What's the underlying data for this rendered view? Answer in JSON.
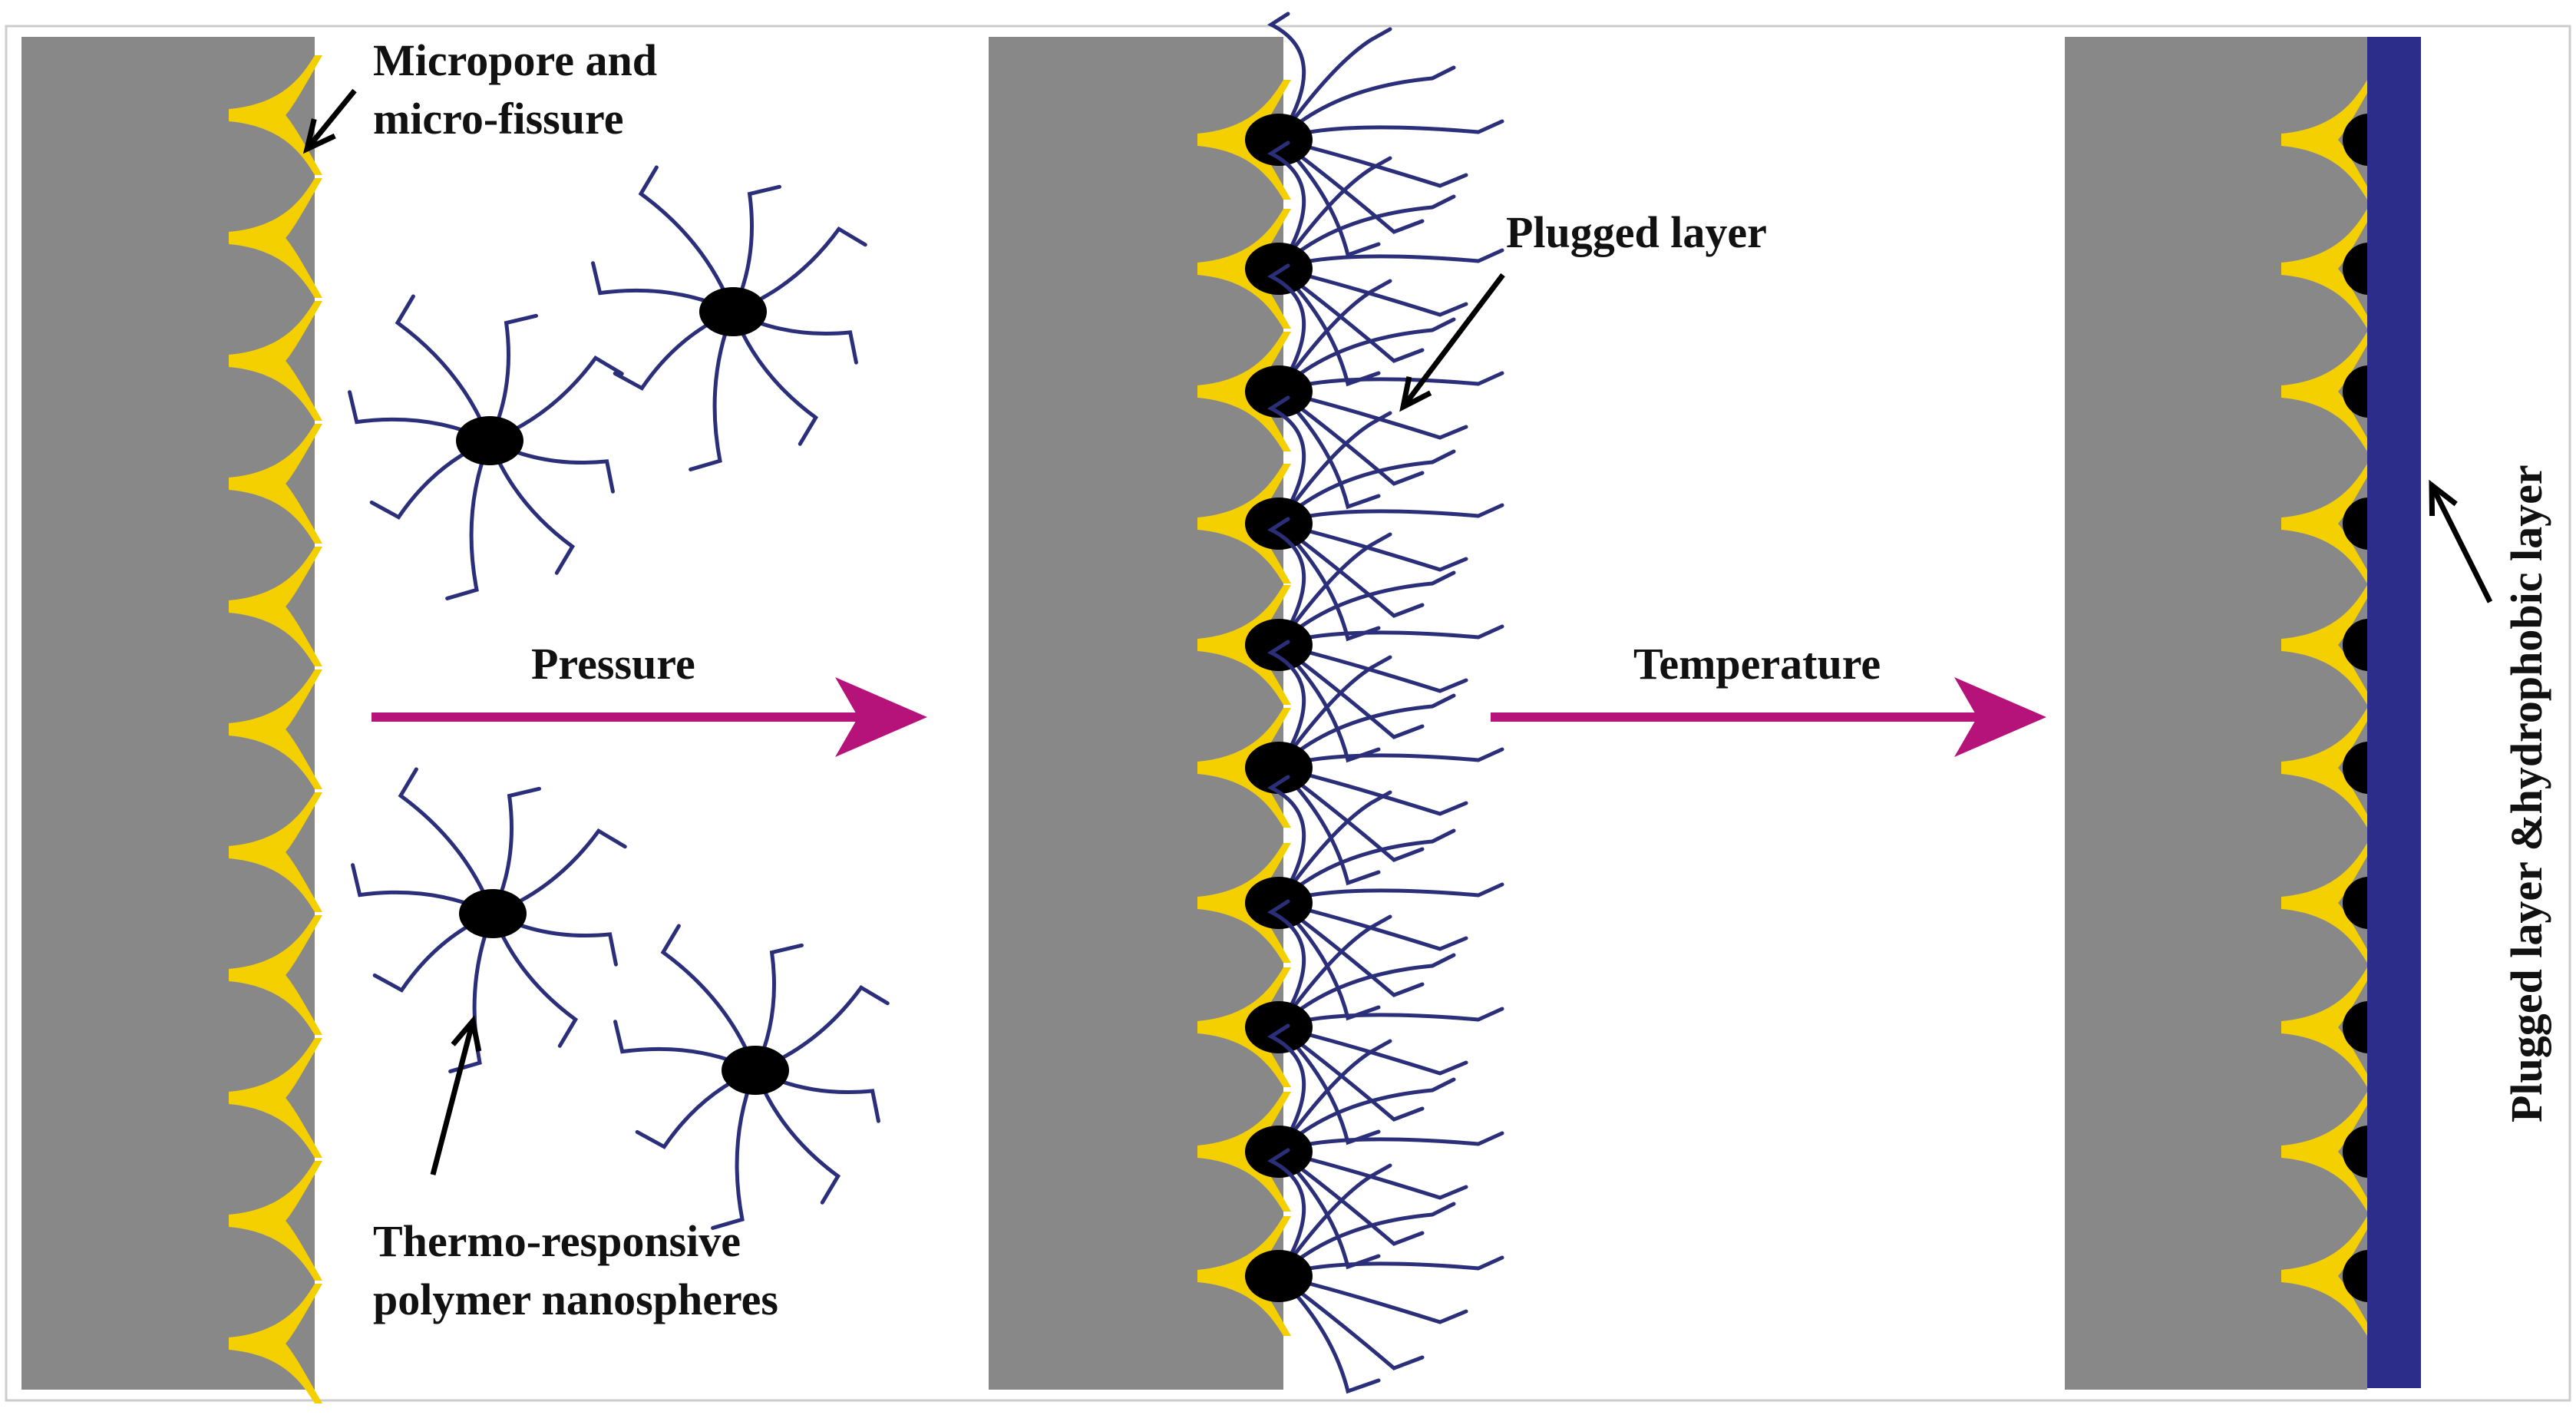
{
  "labels": {
    "micropore_line1": "Micropore and",
    "micropore_line2": "micro-fissure",
    "nanosphere_line1": "Thermo-responsive",
    "nanosphere_line2": "polymer nanospheres",
    "pressure": "Pressure",
    "plugged": "Plugged layer",
    "temperature": "Temperature",
    "hydrophobic": "Plugged layer &hydrophobic layer"
  },
  "colors": {
    "rock": "#888888",
    "fissure": "#f5d000",
    "sphere_core": "#000000",
    "chains": "#2b2f7a",
    "process_arrow": "#b5127a",
    "hydrophobic_layer": "#2c2c8a",
    "pointer_arrow": "#000000"
  },
  "panels": [
    "initial-free-nanospheres",
    "after-pressure-plugging",
    "after-temperature-hydrophobic"
  ]
}
